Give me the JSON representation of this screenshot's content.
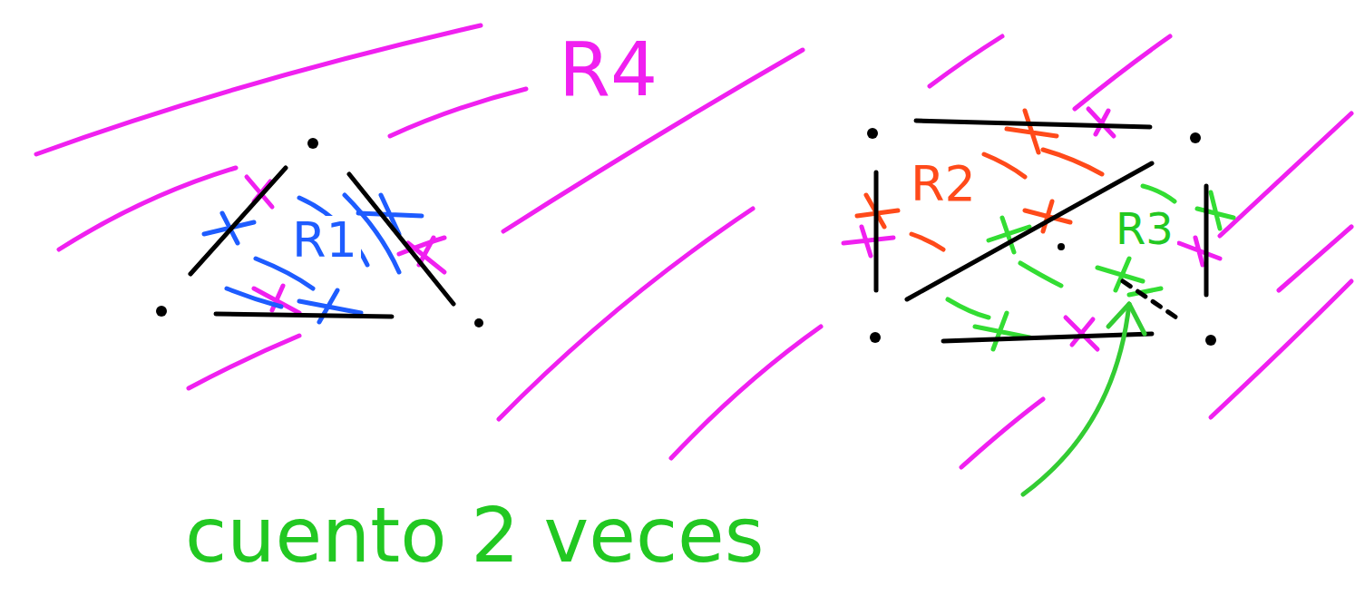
{
  "diagram": {
    "labels": [
      "R4",
      "R1",
      "R2",
      "R3",
      "cuento 2 veces"
    ]
  }
}
